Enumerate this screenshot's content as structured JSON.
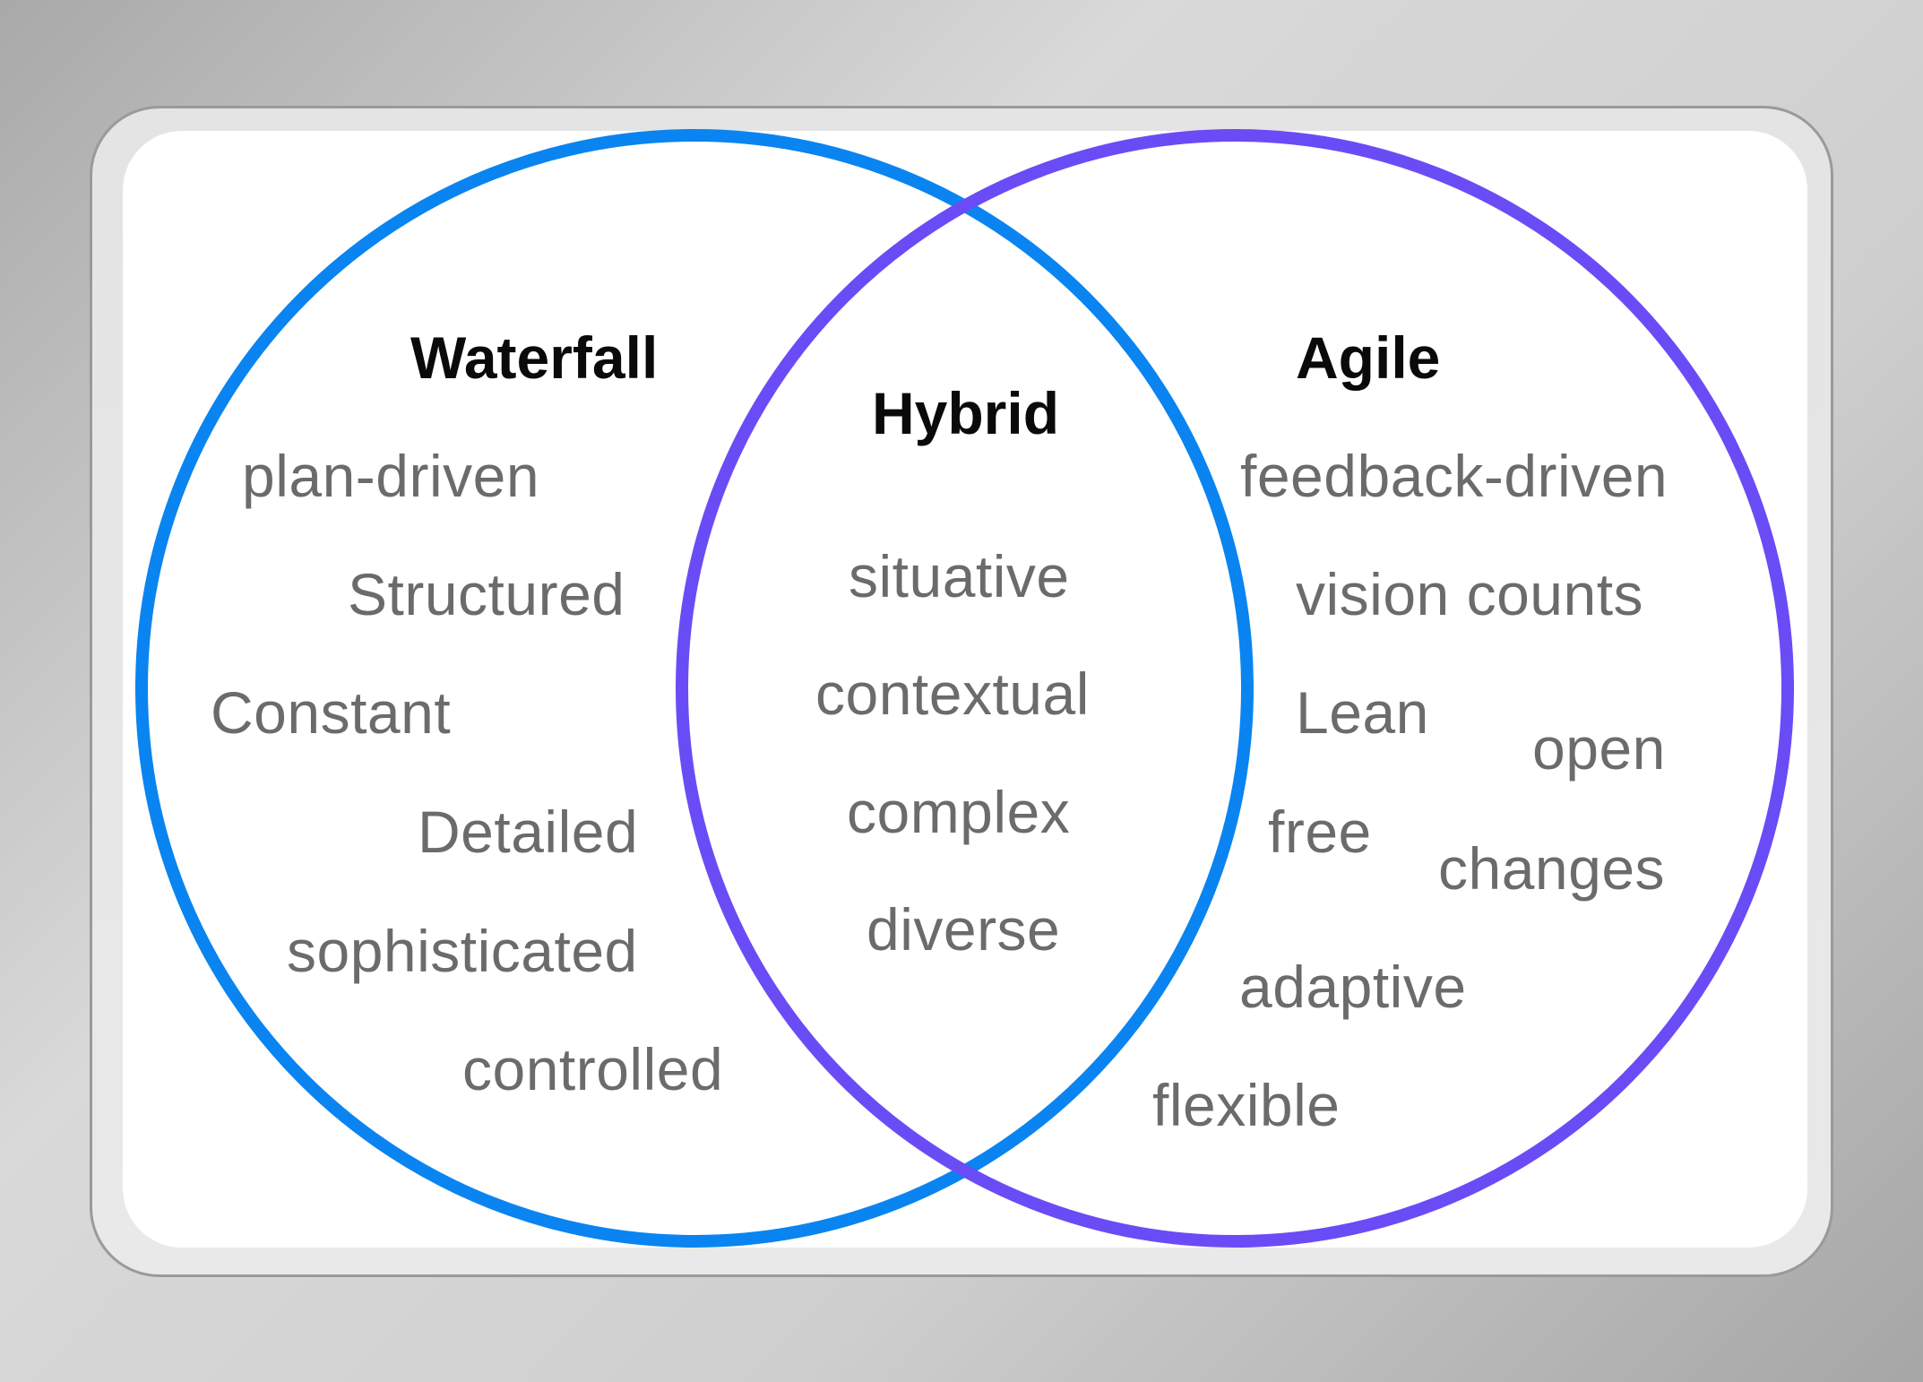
{
  "colors": {
    "waterfall_circle": "#0a84f0",
    "agile_circle": "#6a4cf6",
    "heading_text": "#0a0a0a",
    "term_text": "#6b6b6b",
    "card_bg": "#ffffff"
  },
  "waterfall": {
    "title": "Waterfall",
    "terms": [
      "plan-driven",
      "Structured",
      "Constant",
      "Detailed",
      "sophisticated",
      "controlled"
    ]
  },
  "hybrid": {
    "title": "Hybrid",
    "terms": [
      "situative",
      "contextual",
      "complex",
      "diverse"
    ]
  },
  "agile": {
    "title": "Agile",
    "terms": [
      "feedback-driven",
      "vision counts",
      "Lean",
      "open",
      "free",
      "changes",
      "adaptive",
      "flexible"
    ]
  }
}
